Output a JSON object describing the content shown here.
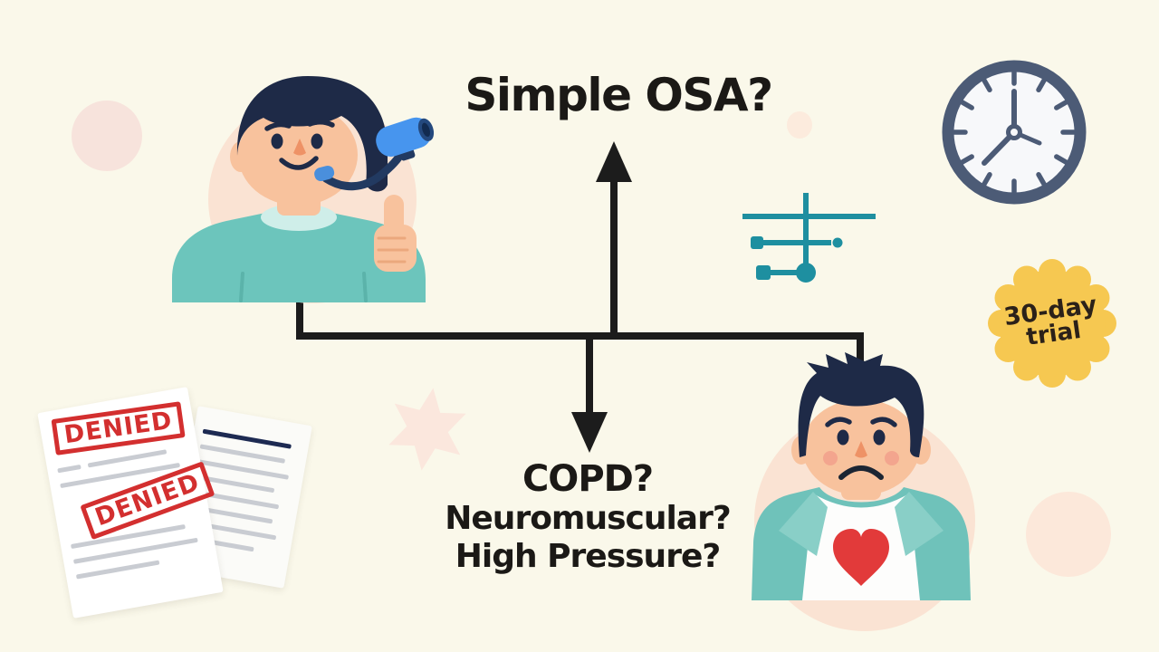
{
  "scene": {
    "top_question": "Simple OSA?",
    "bottom_questions": [
      "COPD?",
      "Neuromuscular?",
      "High Pressure?"
    ],
    "badge": {
      "line1": "30-day",
      "line2": "trial",
      "color": "#f6c851",
      "text_color": "#2b2119"
    },
    "stamps": {
      "first": "DENIED",
      "second": "DENIED",
      "color": "#d32f2f"
    },
    "colors": {
      "background": "#faf8ea",
      "flow_line": "#1c1c1c",
      "accent_teal_icon": "#1e8fa0",
      "clock": "#4c5b76",
      "shirt_teal": "#6cc5bc",
      "jacket_teal": "#6fc2ba",
      "skin": "#f8c29d",
      "hair": "#1e2a47",
      "heart_red": "#e23a3a",
      "cpap_blue": "#4795ee",
      "peach_shape": "#fae3d3"
    },
    "illustrations": {
      "left_figure": "happy-cpap-patient-thumbs-up",
      "right_figure": "worried-heart-patient",
      "icons": [
        "clock-icon",
        "titration-diagram-icon",
        "trial-badge",
        "denied-documents",
        "star-shape"
      ]
    }
  }
}
